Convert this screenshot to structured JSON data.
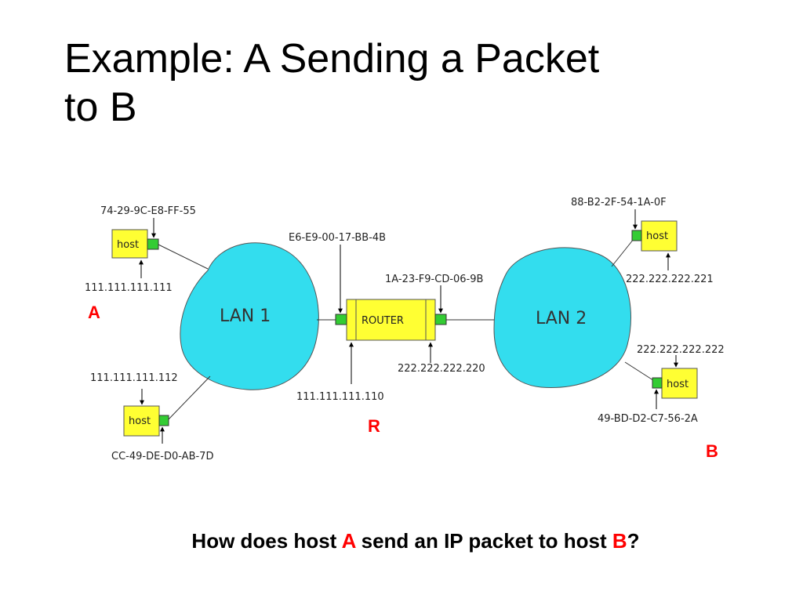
{
  "title": {
    "line1": "Example: A Sending a Packet",
    "line2": "to B"
  },
  "diagram": {
    "lan1": "LAN 1",
    "lan2": "LAN 2",
    "router": "ROUTER",
    "host_label": "host",
    "host_a_mac": "74-29-9C-E8-FF-55",
    "host_a_ip": "111.111.111.111",
    "host_c_ip": "111.111.111.112",
    "host_c_mac": "CC-49-DE-D0-AB-7D",
    "router_mac_left": "E6-E9-00-17-BB-4B",
    "router_mac_right": "1A-23-F9-CD-06-9B",
    "router_ip_left": "111.111.111.110",
    "router_ip_right": "222.222.222.220",
    "host_d_mac": "88-B2-2F-54-1A-0F",
    "host_d_ip": "222.222.222.221",
    "host_b_ip": "222.222.222.222",
    "host_b_mac": "49-BD-D2-C7-56-2A",
    "label_a": "A",
    "label_r": "R",
    "label_b": "B"
  },
  "caption": {
    "part1": "How does host ",
    "a": "A",
    "part2": " send an IP packet to host ",
    "b": "B",
    "part3": "?"
  },
  "colors": {
    "cloud": "#33ddee",
    "host_box": "#ffff33",
    "adapter": "#33cc33",
    "highlight": "#ff0000"
  }
}
